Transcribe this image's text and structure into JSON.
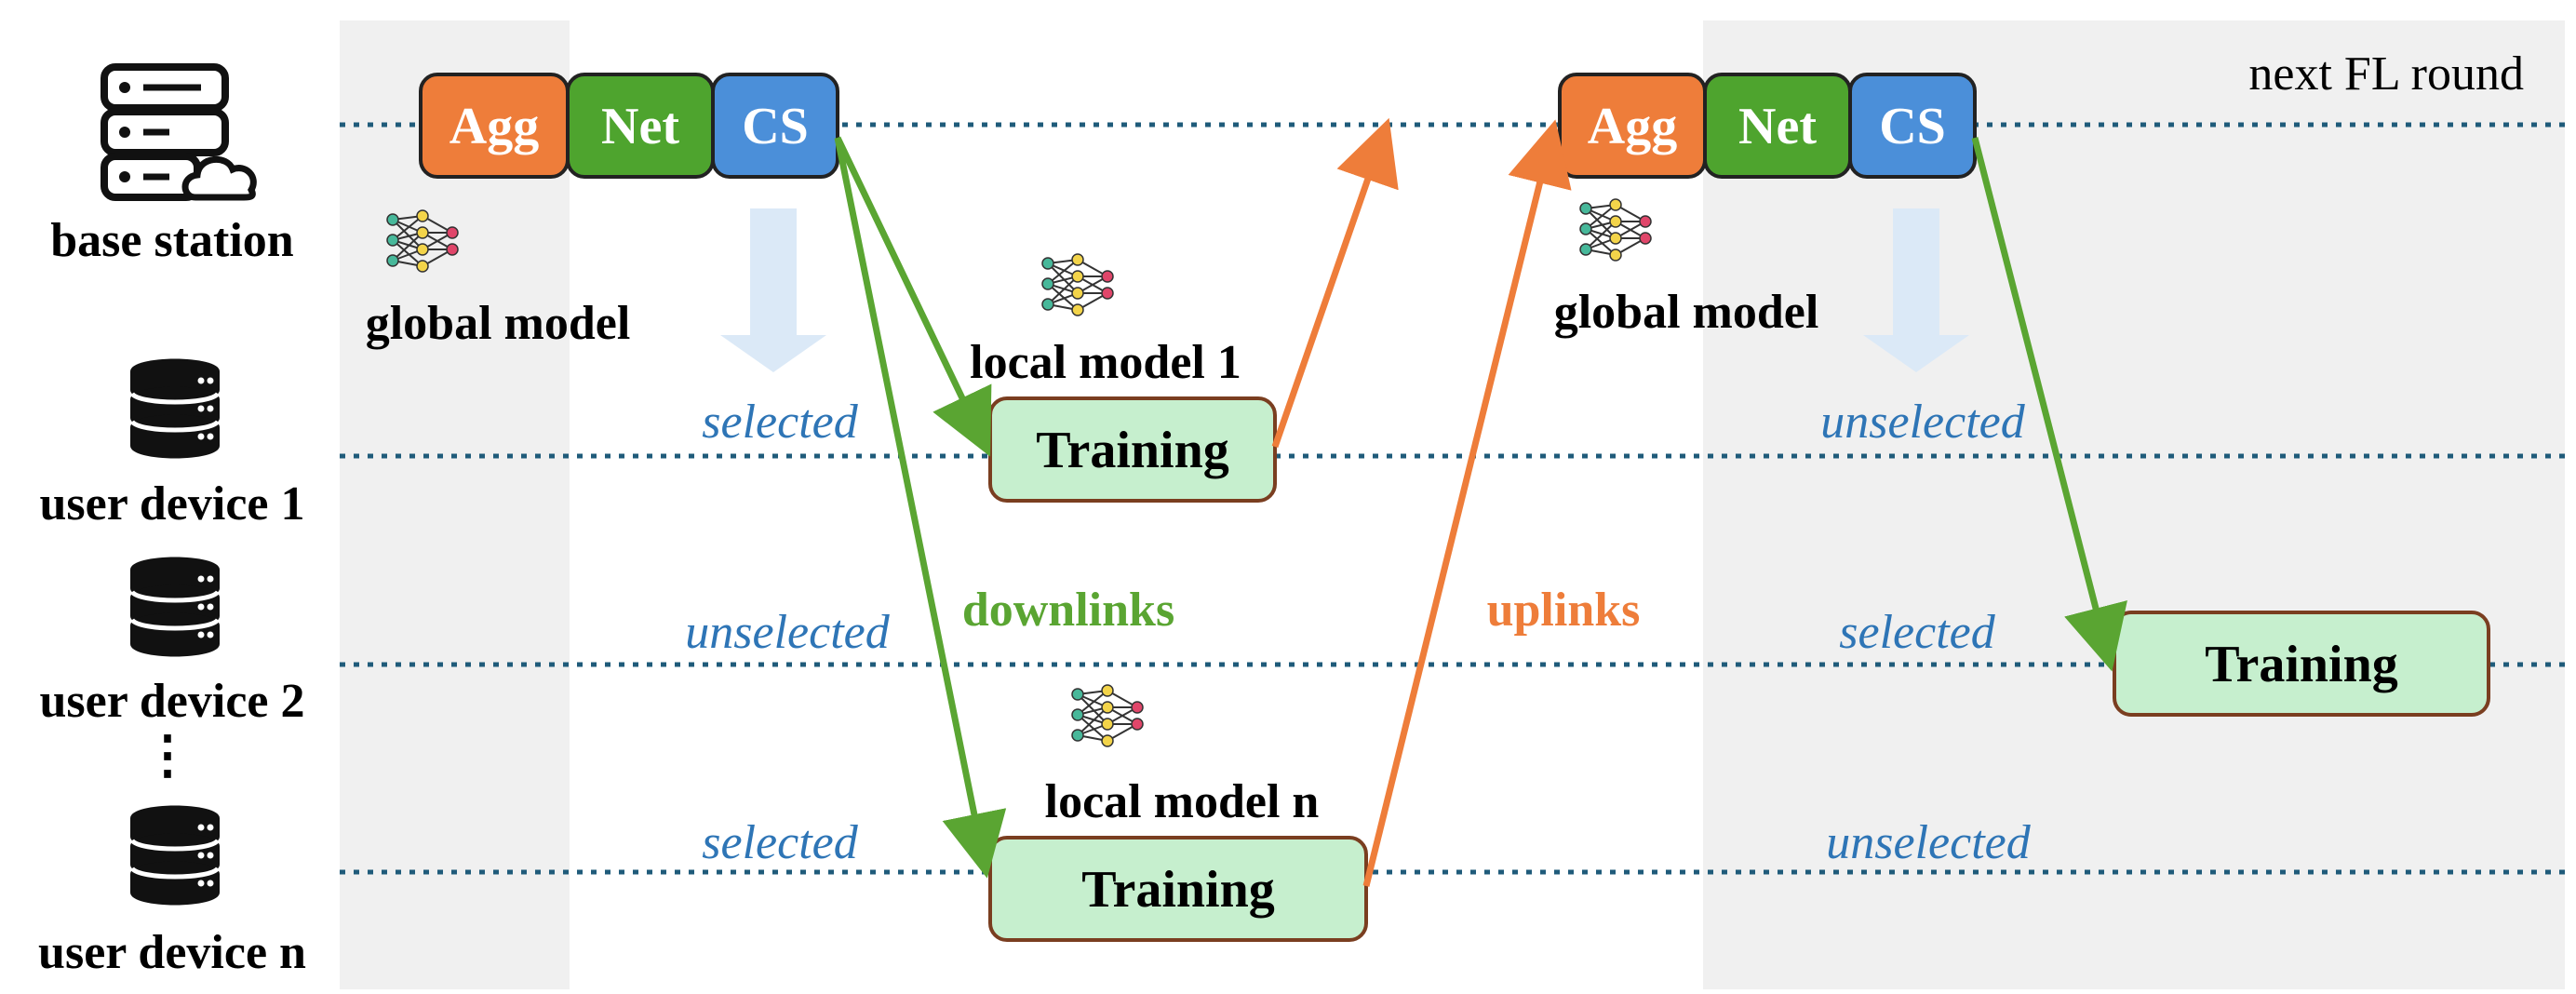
{
  "header": {
    "round_note": "next FL round"
  },
  "entities": {
    "base_station": "base station",
    "device_1": "user device 1",
    "device_2": "user device 2",
    "device_n": "user device n",
    "ellipsis": "⋮"
  },
  "server_blocks": {
    "agg": "Agg",
    "net": "Net",
    "cs": "CS"
  },
  "models": {
    "global_left": "global model",
    "global_right": "global model",
    "local_1": "local model 1",
    "local_n": "local model n"
  },
  "status": {
    "r1_dev1": "selected",
    "r1_dev2": "unselected",
    "r1_devn": "selected",
    "r2_dev1": "unselected",
    "r2_dev2": "selected",
    "r2_devn": "unselected"
  },
  "links": {
    "downlinks": "downlinks",
    "uplinks": "uplinks"
  },
  "training": {
    "r1_dev1": "Training",
    "r1_devn": "Training",
    "r2_dev2": "Training"
  },
  "colors": {
    "agg": "#ee7d3a",
    "net": "#4ea42e",
    "cs": "#4b8fd9",
    "downlink": "#5aa532",
    "uplink": "#ee7d3a",
    "status_text": "#2e75b6",
    "dotted_line": "#1f5b7a",
    "training_fill": "#c6efce",
    "training_border": "#7a3e20",
    "shade": "#f0f0f0",
    "selection_arrow": "#dbe9f7"
  },
  "icons": {
    "server": "server-cloud-icon",
    "database": "database-icon",
    "neural_net": "neural-network-icon"
  }
}
